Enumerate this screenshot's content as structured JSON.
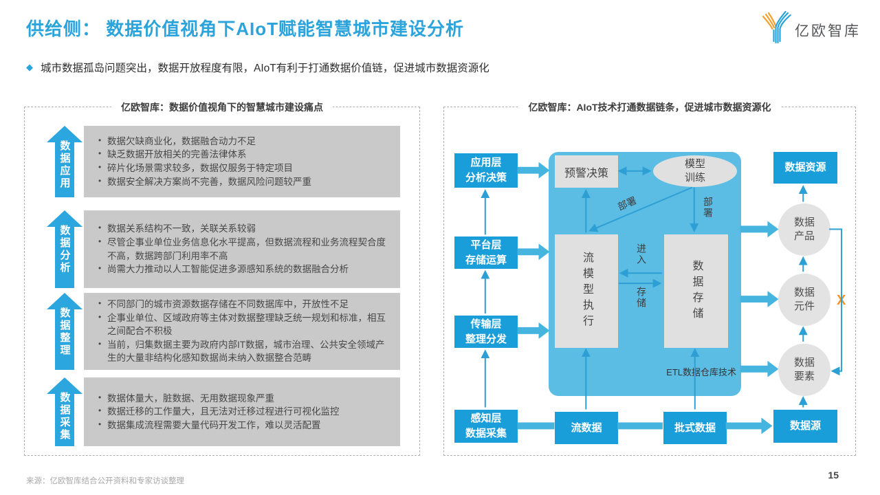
{
  "header": {
    "title": "供给侧： 数据价值视角下AIoT赋能智慧城市建设分析",
    "bullet": "城市数据孤岛问题突出，数据开放程度有限，AIoT有利于打通数据价值链，促进城市数据资源化",
    "logo_text": "亿欧智库"
  },
  "colors": {
    "accent_blue": "#2BA3DB",
    "node_blue": "#1A9ED9",
    "container_blue": "#5BBDE4",
    "thick_arrow_blue": "#45B5E0",
    "thin_arrow_blue": "#2D9FD4",
    "pain_box_gray": "#C9C9C9",
    "node_gray": "#E0E0E0",
    "x_mark_orange": "#F0941F"
  },
  "left_panel": {
    "header": "亿欧智库：数据价值视角下的智慧城市建设痛点",
    "rows": [
      {
        "arrow": "数据应用",
        "bullets": [
          "数据欠缺商业化，数据融合动力不足",
          "缺乏数据开放相关的完善法律体系",
          "碎片化场景需求较多，数据仅服务于特定项目",
          "数据安全解决方案尚不完善，数据风险问题较严重"
        ]
      },
      {
        "arrow": "数据分析",
        "bullets": [
          "数据关系结构不一致，关联关系较弱",
          "尽管企事业单位业务信息化水平提高，但数据流程和业务流程契合度不高，数据跨部门利用率不高",
          "尚需大力推动以人工智能促进多源感知系统的数据融合分析"
        ]
      },
      {
        "arrow": "数据整理",
        "bullets": [
          "不同部门的城市资源数据存储在不同数据库中，开放性不足",
          "企事业单位、区域政府等主体对数据整理缺乏统一规划和标准，相互之间配合不积极",
          "当前，归集数据主要为政府内部IT数据，城市治理、公共安全领域产生的大量非结构化感知数据尚未纳入数据整合范畴"
        ]
      },
      {
        "arrow": "数据采集",
        "bullets": [
          "数据体量大，脏数据、无用数据现象严重",
          "数据迁移的工作量大，且无法对迁移过程进行可视化监控",
          "数据集成流程需要大量代码开发工作，难以灵活配置"
        ]
      }
    ]
  },
  "right_panel": {
    "header": "亿欧智库：AIoT技术打通数据链条，促进城市数据资源化",
    "layers": {
      "application": "应用层\n分析决策",
      "platform": "平台层\n存储运算",
      "transport": "传输层\n整理分发",
      "perception": "感知层\n数据采集"
    },
    "container": {
      "alert": "预警决策",
      "model_training": "模型\n训练",
      "stream_model": "流模型执行",
      "data_storage": "数据存储",
      "deploy_diag": "部署",
      "deploy_vert": "部署",
      "enter": "进入",
      "store": "存储",
      "etl": "ETL数据仓库技术"
    },
    "bottom": {
      "stream": "流数据",
      "batch": "批式数据",
      "source": "数据源"
    },
    "right_chain": {
      "resource": "数据资源",
      "product": "数据\n产品",
      "component": "数据\n元件",
      "element": "数据\n要素",
      "x_mark": "X"
    }
  },
  "footer": {
    "source": "来源：亿欧智库结合公开资料和专家访谈整理",
    "page": "15"
  }
}
